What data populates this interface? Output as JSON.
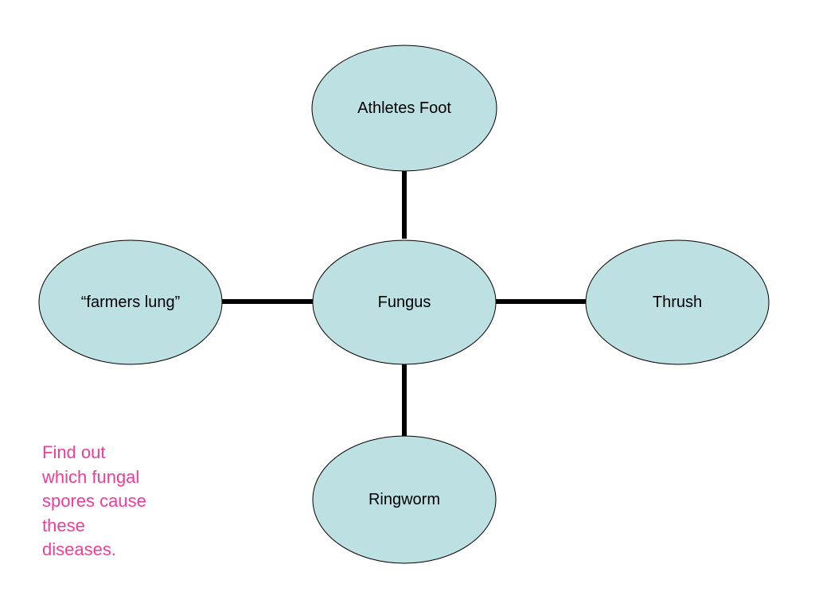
{
  "colors": {
    "node_fill": "#bde0e3",
    "node_stroke": "#000000",
    "connector": "#000000",
    "note_text": "#ee3d97"
  },
  "diagram": {
    "center": {
      "label": "Fungus"
    },
    "top": {
      "label": "Athletes Foot"
    },
    "left": {
      "label": "“farmers lung”"
    },
    "right": {
      "label": "Thrush"
    },
    "bottom": {
      "label": "Ringworm"
    }
  },
  "note": {
    "lines": [
      "Find out",
      "which fungal",
      "spores cause",
      "these",
      "diseases."
    ]
  }
}
